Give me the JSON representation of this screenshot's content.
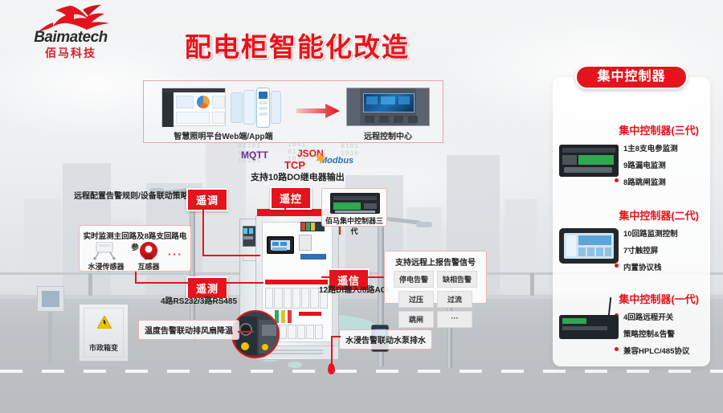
{
  "brand": {
    "name_en": "Baimatech",
    "name_cn": "佰马科技",
    "logo_icon": "horse-head-icon",
    "accent": "#e5141c"
  },
  "page_title": "配电柜智能化改造",
  "top_panel": {
    "platform_caption": "智慧照明平台Web端/App端",
    "center_caption": "远程控制中心",
    "arrow_icon": "right-arrow-icon"
  },
  "protocols": {
    "mqtt": "MQTT",
    "json": "JSON",
    "tcp": "TCP",
    "modbus": "Modbus",
    "do_note": "支持10路DO继电器输出"
  },
  "tags": {
    "yaotiao": "遥调",
    "yaokong": "遥控",
    "yaoce": "遥测",
    "yaoxin": "遥信"
  },
  "labels": {
    "remote_config": "远程配置告警规则/设备联动策略",
    "rs_ports": "4路RS232/3路RS485",
    "di_ports": "12路DI输入/8路ACI",
    "temp_fan": "温度告警联动排风扇降温",
    "water_pump": "水浸告警联动水泵排水",
    "controller_device": "佰马集中控制器三代",
    "municipal_box": "市政箱变"
  },
  "sensor_box": {
    "heading": "实时监测主回路及8路支回路电参",
    "items": [
      {
        "name": "水浸传感器",
        "icon": "water-sensor-icon"
      },
      {
        "name": "互感器",
        "icon": "current-transformer-icon"
      },
      {
        "name": "···",
        "icon": "ellipsis-icon"
      }
    ]
  },
  "alarm_box": {
    "heading": "支持远程上报告警信号",
    "chips": [
      "停电告警",
      "缺相告警",
      "过压",
      "过流",
      "跳闸",
      "···"
    ]
  },
  "right_panel": {
    "header": "集中控制器",
    "sections": [
      {
        "title": "集中控制器(三代)",
        "device_icon": "controller-gen3-icon",
        "bullets": [
          "1主8支电参监测",
          "9路漏电监测",
          "8路跳闸监测"
        ]
      },
      {
        "title": "集中控制器(二代)",
        "device_icon": "controller-gen2-touch-icon",
        "bullets": [
          "10回路监测控制",
          "7寸触控屏",
          "内置协议栈"
        ]
      },
      {
        "title": "集中控制器(一代)",
        "device_icon": "controller-gen1-icon",
        "bullets": [
          "4回路远程开关",
          "策略控制&告警",
          "兼容HPLC/485协议"
        ]
      }
    ]
  },
  "colors": {
    "red": "#e5141c",
    "panel_bg": "#ffffff",
    "road": "#b9bdc0",
    "water": "#bfe0de"
  }
}
